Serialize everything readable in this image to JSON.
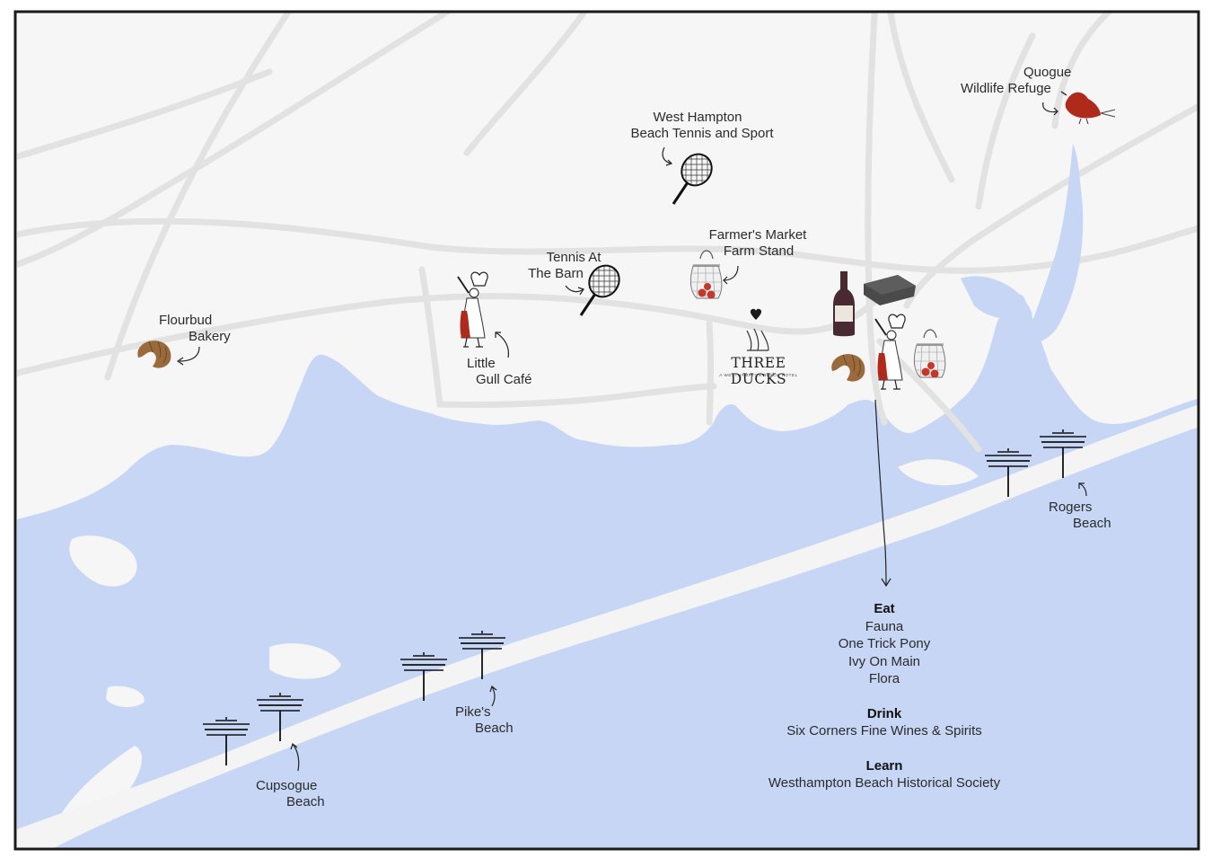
{
  "colors": {
    "water": "#c6d6f4",
    "land": "#f6f6f6",
    "road": "#e4e4e4",
    "frame": "#1a1a1a",
    "accent_red": "#b02a1c",
    "pastry": "#9a6a3c"
  },
  "places": {
    "flourbud": [
      "Flourbud",
      "Bakery"
    ],
    "little_gull": [
      "Little",
      "Gull Café"
    ],
    "tennis_barn": [
      "Tennis At",
      "The Barn"
    ],
    "westhampton_tennis": [
      "West Hampton",
      "Beach Tennis and Sport"
    ],
    "farmers_market": [
      "Farmer's Market",
      "Farm Stand"
    ],
    "quogue": [
      "Quogue",
      "Wildlife Refuge"
    ],
    "rogers": [
      "Rogers",
      "Beach"
    ],
    "pikes": [
      "Pike's",
      "Beach"
    ],
    "cupsogue": [
      "Cupsogue",
      "Beach"
    ]
  },
  "logo": {
    "name": "THREE DUCKS",
    "tagline": "A WESTHAMPTON BEACH HOTEL"
  },
  "legend": {
    "eat_heading": "Eat",
    "eat": [
      "Fauna",
      "One Trick Pony",
      "Ivy On Main",
      "Flora"
    ],
    "drink_heading": "Drink",
    "drink": [
      "Six Corners Fine Wines & Spirits"
    ],
    "learn_heading": "Learn",
    "learn": [
      "Westhampton Beach Historical Society"
    ]
  },
  "icons": {
    "bakery": "croissant-icon",
    "cafe": "chef-icon",
    "tennis": "tennis-racket-icon",
    "market": "produce-bag-icon",
    "refuge": "red-bird-icon",
    "beach": "beach-umbrella-icon",
    "drink": "wine-bottle-icon",
    "learn": "book-icon",
    "hotel": "heart-icon"
  }
}
